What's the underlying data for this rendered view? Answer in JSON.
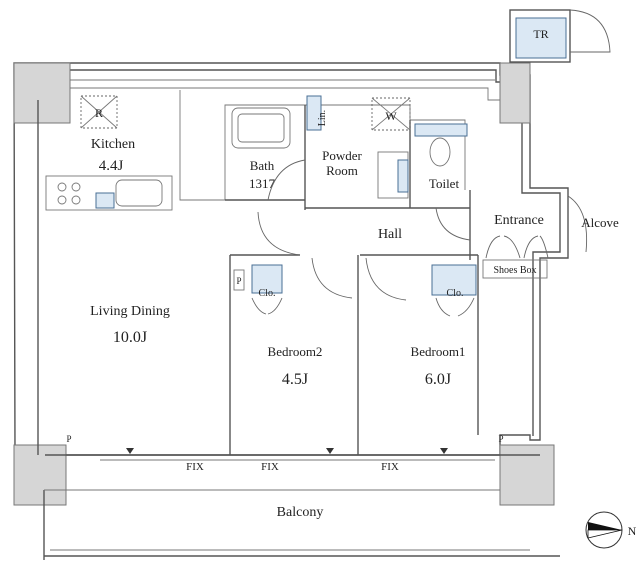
{
  "rooms": {
    "kitchen": {
      "name": "Kitchen",
      "size": "4.4J"
    },
    "living": {
      "name": "Living Dining",
      "size": "10.0J"
    },
    "bath": {
      "name": "Bath",
      "size": "1317"
    },
    "powder": {
      "line1": "Powder",
      "line2": "Room"
    },
    "toilet": {
      "name": "Toilet"
    },
    "entrance": {
      "name": "Entrance"
    },
    "alcove": {
      "name": "Alcove"
    },
    "hall": {
      "name": "Hall"
    },
    "bedroom2": {
      "name": "Bedroom2",
      "size": "4.5J"
    },
    "bedroom1": {
      "name": "Bedroom1",
      "size": "6.0J"
    },
    "balcony": {
      "name": "Balcony"
    }
  },
  "fixtures": {
    "tr": "TR",
    "refrigerator": "R",
    "washer": "W",
    "linen": "Lin.",
    "closet": "Clo.",
    "shoes_box": "Shoes Box",
    "pipe": "P",
    "fix": "FIX"
  },
  "compass": {
    "label": "N"
  }
}
